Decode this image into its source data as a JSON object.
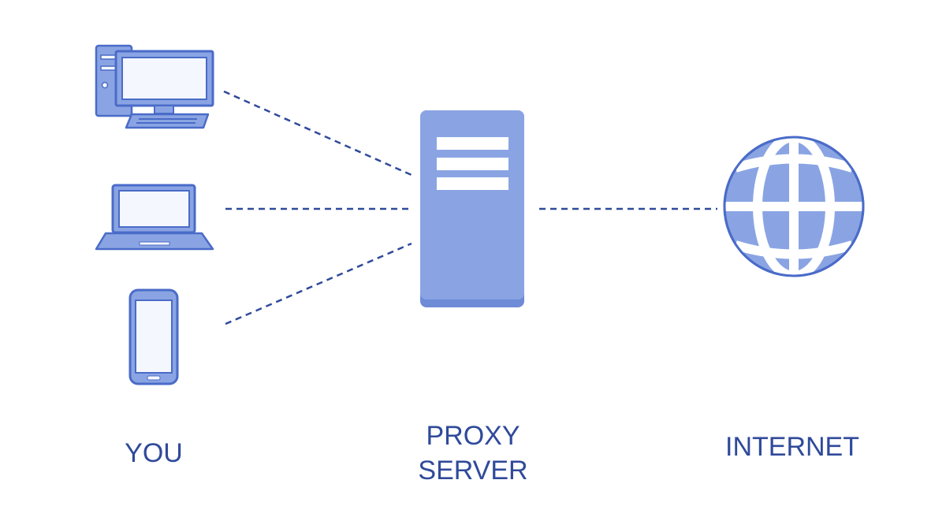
{
  "colors": {
    "outline": "#4a6bc8",
    "fill": "#8aa4e3",
    "screen_fill": "#f4f7fd",
    "server_fill": "#8aa4e3",
    "server_base": "#6d8bd6",
    "line": "#2f4a9a",
    "text": "#2f4a9a"
  },
  "labels": {
    "you": "YOU",
    "proxy_line1": "PROXY",
    "proxy_line2": "SERVER",
    "internet": "INTERNET"
  },
  "icons": {
    "desktop": "desktop-computer-icon",
    "laptop": "laptop-icon",
    "phone": "smartphone-icon",
    "server": "proxy-server-icon",
    "globe": "globe-icon"
  }
}
